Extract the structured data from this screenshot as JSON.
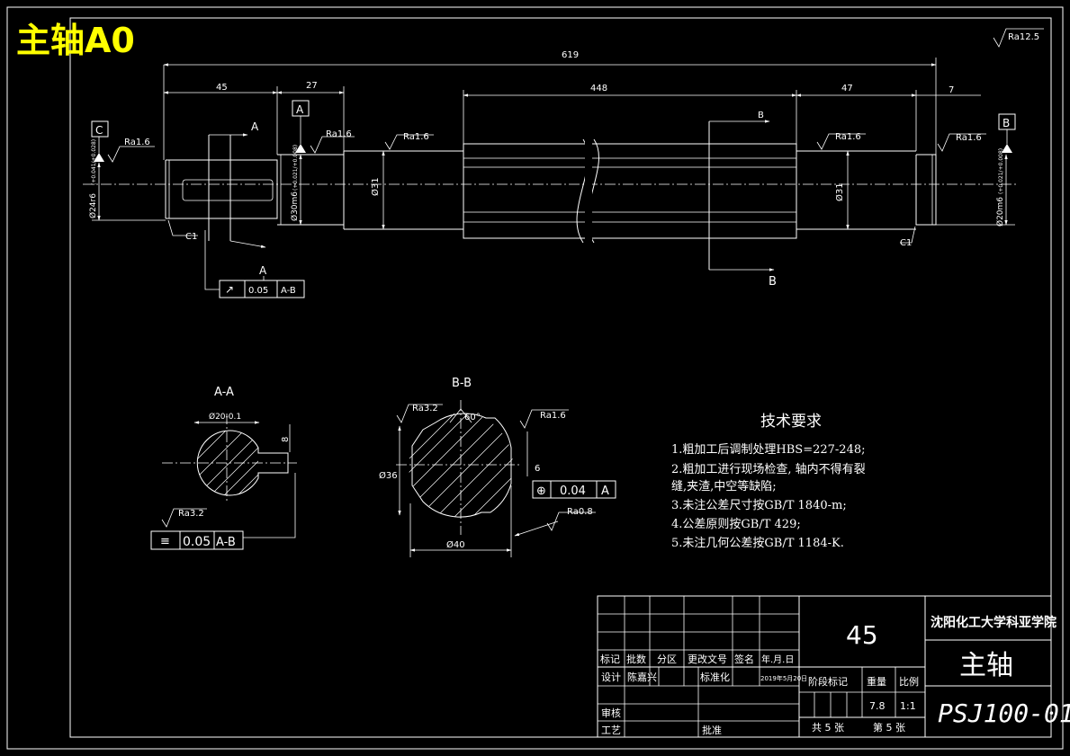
{
  "sheet_title": "主轴A0",
  "roughness_global": "Ra12.5",
  "dims": {
    "total": "619",
    "d45": "45",
    "d27": "27",
    "d448": "448",
    "d47": "47",
    "d7": "7"
  },
  "datums": {
    "c": "C",
    "a": "A",
    "b": "B"
  },
  "roughness": [
    "Ra1.6",
    "Ra1.6",
    "Ra1.6",
    "Ra1.6",
    "Ra1.6"
  ],
  "diameters": {
    "left_end": "Ø24r6",
    "left_end_tol": "(+0.041/+0.028)",
    "bearing_left": "Ø30m6",
    "bearing_left_tol": "(+0.021/+0.008)",
    "body": "Ø31",
    "right_body": "Ø31",
    "right_end": "Ø20m6",
    "right_end_tol": "(+0.021/+0.008)"
  },
  "chamfers": {
    "left": "C1",
    "right": "C1"
  },
  "section_marks": {
    "a": "A",
    "b": "B"
  },
  "tolerance_frame_1": {
    "symbol": "↗",
    "value": "0.05",
    "datum": "A-B",
    "label": "A"
  },
  "section_aa": {
    "title": "A-A",
    "dia": "Ø20-0.1",
    "key_dim": "8",
    "roughness": "Ra3.2",
    "tol_symbol": "≡",
    "tol_value": "0.05",
    "tol_datum": "A-B"
  },
  "section_bb": {
    "title": "B-B",
    "angle": "60°",
    "roughness_1": "Ra3.2",
    "roughness_2": "Ra1.6",
    "roughness_3": "Ra0.8",
    "dia_inner": "Ø36",
    "dia_outer": "Ø40",
    "key_width": "6",
    "tol_symbol": "⊕",
    "tol_value": "0.04",
    "tol_datum": "A"
  },
  "tech_requirements": {
    "title": "技术要求",
    "items": [
      "1.粗加工后调制处理HBS=227-248;",
      "2.粗加工进行现场检查, 轴内不得有裂",
      "缝,夹渣,中空等缺陷;",
      "3.未注公差尺寸按GB/T 1840-m;",
      "4.公差原则按GB/T 429;",
      "5.未注几何公差按GB/T 1184-K."
    ]
  },
  "title_block": {
    "material": "45",
    "school": "沈阳化工大学科亚学院",
    "part_name": "主轴",
    "drawing_no": "PSJ100-01",
    "h_mark": "标记",
    "h_count": "批数",
    "h_zone": "分区",
    "h_doc": "更改文号",
    "h_sign": "签名",
    "h_date": "年.月.日",
    "design": "设计",
    "designer": "陈嘉兴",
    "standard": "标准化",
    "date_val": "2019年5月20日",
    "review": "审核",
    "process": "工艺",
    "approve": "批准",
    "stage": "阶段标记",
    "weight": "重量",
    "scale": "比例",
    "weight_val": "7.8",
    "scale_val": "1:1",
    "sheets_total": "共 5 张",
    "sheet_no": "第 5 张"
  }
}
